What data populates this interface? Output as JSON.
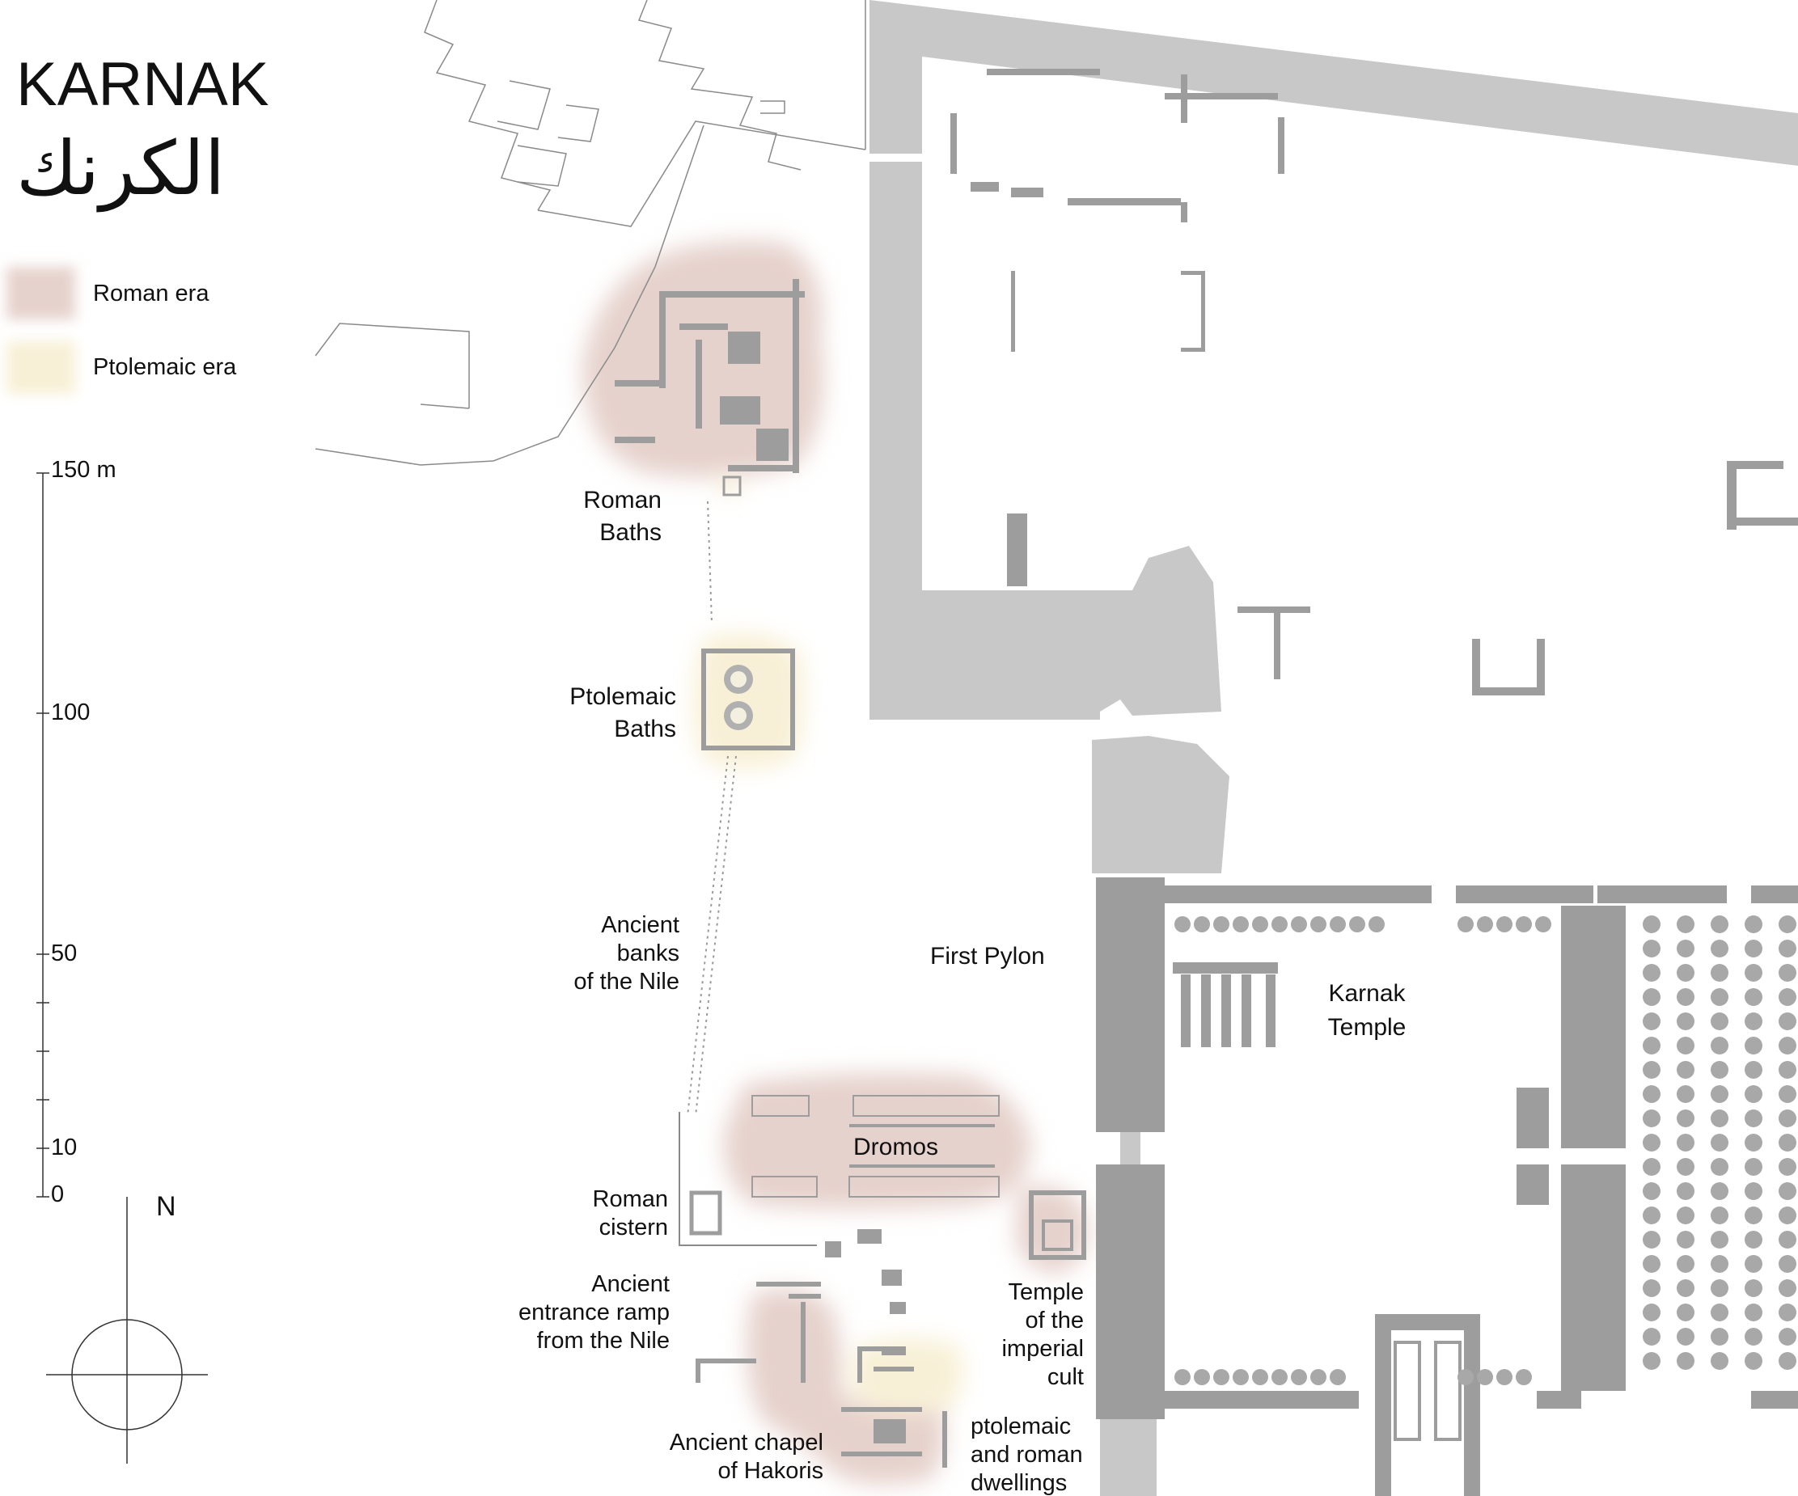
{
  "title": "KARNAK",
  "title_arabic": "الكرنك",
  "legend": [
    {
      "label": "Roman era",
      "color": "#e6d2cc"
    },
    {
      "label": "Ptolemaic era",
      "color": "#f8f0d6"
    }
  ],
  "scale": {
    "unit_label": "150 m",
    "ticks": [
      "100",
      "50",
      "10",
      "0"
    ]
  },
  "north": "N",
  "sites": {
    "roman_baths": "Roman\nBaths",
    "ptolemaic_baths": "Ptolemaic\nBaths",
    "ancient_banks": "Ancient\nbanks\nof the Nile",
    "first_pylon": "First Pylon",
    "karnak_temple": "Karnak\nTemple",
    "dromos": "Dromos",
    "roman_cistern": "Roman\ncistern",
    "entrance_ramp": "Ancient\nentrance ramp\nfrom the Nile",
    "temple_imperial_cult": "Temple\nof the\nimperial\ncult",
    "chapel_hakoris": "Ancient chapel\nof Hakoris",
    "dwellings": "ptolemaic\nand roman\ndwellings"
  },
  "colors": {
    "wall": "#c8c8c8",
    "ruin": "#9d9d9d",
    "roman_era": "#e6d2cc",
    "ptolemaic_era": "#f8f0d6"
  }
}
